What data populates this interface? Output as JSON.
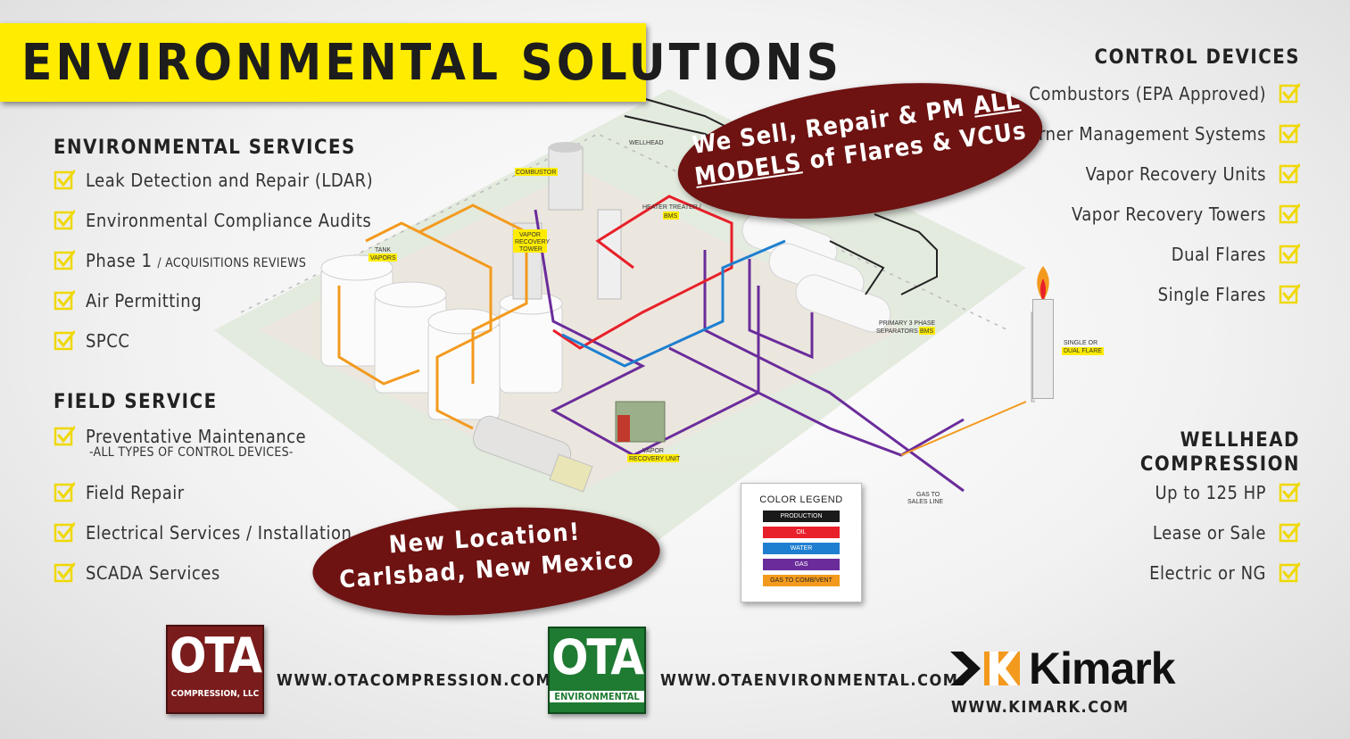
{
  "title": "ENVIRONMENTAL SOLUTIONS",
  "environmental_services": {
    "heading": "ENVIRONMENTAL SERVICES",
    "items": [
      {
        "label": "Leak Detection and Repair (LDAR)",
        "sub": ""
      },
      {
        "label": "Environmental Compliance Audits",
        "sub": ""
      },
      {
        "label": "Phase 1",
        "sub": "/ ACQUISITIONS REVIEWS"
      },
      {
        "label": "Air Permitting",
        "sub": ""
      },
      {
        "label": "SPCC",
        "sub": ""
      }
    ]
  },
  "field_service": {
    "heading": "FIELD SERVICE",
    "items": [
      {
        "label": "Preventative Maintenance",
        "sub": "-ALL TYPES OF CONTROL DEVICES-"
      },
      {
        "label": "Field Repair",
        "sub": ""
      },
      {
        "label": "Electrical Services / Installation",
        "sub": ""
      },
      {
        "label": "SCADA Services",
        "sub": ""
      }
    ]
  },
  "control_devices": {
    "heading": "CONTROL DEVICES",
    "items": [
      "Combustors (EPA Approved)",
      "Burner Management Systems",
      "Vapor Recovery Units",
      "Vapor Recovery Towers",
      "Dual Flares",
      "Single Flares"
    ]
  },
  "wellhead_compression": {
    "heading_line1": "WELLHEAD",
    "heading_line2": "COMPRESSION",
    "items": [
      "Up to 125 HP",
      "Lease or Sale",
      "Electric or NG"
    ]
  },
  "banner_sell": {
    "line1": "We Sell, Repair & PM",
    "line1_emph": "ALL",
    "line2_emph": "MODELS",
    "line2": "of Flares & VCUs"
  },
  "banner_location": {
    "line1": "New Location!",
    "line2": "Carlsbad, New Mexico"
  },
  "diagram_labels": {
    "wellhead": "WELLHEAD",
    "combustor": "COMBUSTOR",
    "heater_treater": "HEATER TREATER /",
    "heater_treater_bms": "BMS",
    "vapor_recovery_tower_1": "VAPOR",
    "vapor_recovery_tower_2": "RECOVERY",
    "vapor_recovery_tower_3": "TOWER",
    "tank_vapors_1": "TANK",
    "tank_vapors_2": "VAPORS",
    "separators_1": "PRIMARY 3 PHASE",
    "separators_2": "SEPARATORS /",
    "separators_bms": "BMS",
    "flare_1": "SINGLE OR",
    "flare_2": "DUAL FLARE",
    "vru_1": "VAPOR",
    "vru_2": "RECOVERY UNIT",
    "sales_1": "GAS TO",
    "sales_2": "SALES LINE"
  },
  "legend": {
    "title": "COLOR LEGEND",
    "items": [
      {
        "label": "PRODUCTION",
        "color": "#1a1a1a"
      },
      {
        "label": "OIL",
        "color": "#e8202a"
      },
      {
        "label": "WATER",
        "color": "#1e7fd0"
      },
      {
        "label": "GAS",
        "color": "#6a2c9b"
      },
      {
        "label": "GAS TO COMB/VENT",
        "color": "#f39a1e"
      }
    ]
  },
  "logos": {
    "ota_compression": {
      "big": "OTA",
      "small": "COMPRESSION, LLC",
      "url": "WWW.OTACOMPRESSION.COM"
    },
    "ota_environmental": {
      "big": "OTA",
      "small": "ENVIRONMENTAL",
      "url": "WWW.OTAENVIRONMENTAL.COM"
    },
    "kimark": {
      "name": "Kimark",
      "url": "WWW.KIMARK.COM"
    }
  },
  "colors": {
    "title_yellow": "#ffec00",
    "banner_maroon": "#6e1212",
    "ota_compression_red": "#7a1c1c",
    "ota_environmental_green": "#1f7a32",
    "kimark_orange": "#f39a1e"
  }
}
